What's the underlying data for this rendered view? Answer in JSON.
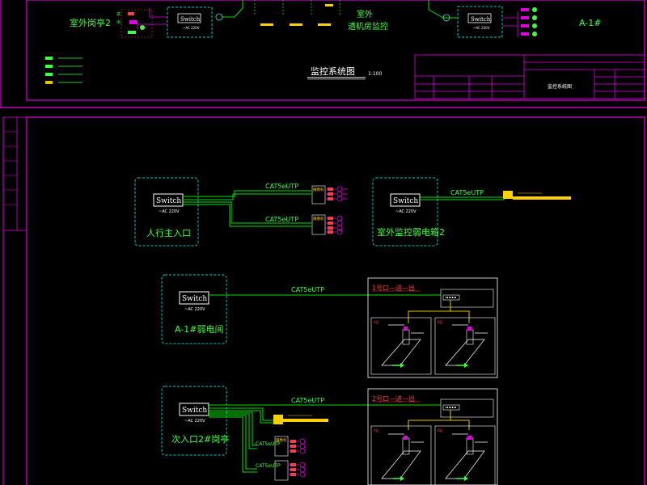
{
  "colors": {
    "background": "#000000",
    "frame": "#e000e0",
    "cable": "#00e000",
    "cable_yellow": "#e0c800",
    "dashed_box": "#00c8c8",
    "label_green": "#40ff40",
    "label_red": "#ff4040",
    "label_yellow": "#ffd000",
    "label_white": "#ffffff",
    "label_cyan": "#40e0e0"
  },
  "top_sheet": {
    "left_station": "室外岗亭2",
    "right_station": "A-1#",
    "center_label_1": "室外",
    "center_label_2": "透机房监控",
    "diagram_title": "监控系统图",
    "diagram_scale": "1:100",
    "switch_label": "Switch",
    "switch_power": "~AC 220V",
    "title_block_desc": "监控系统图"
  },
  "switch": {
    "label": "Switch",
    "power": "~AC 220V"
  },
  "cables": {
    "cat5": "CAT5eUTP"
  },
  "boxes": {
    "main_entrance": "人行主入口",
    "outdoor_box2": "室外监控弱电箱2",
    "weak_room": "A-1#弱电间",
    "secondary_entrance": "次入口2#岗亭"
  },
  "gates": {
    "gate1": "1号口—进—出",
    "gate2": "2号口—进—出"
  },
  "devices": {
    "camera": "摄像机"
  }
}
